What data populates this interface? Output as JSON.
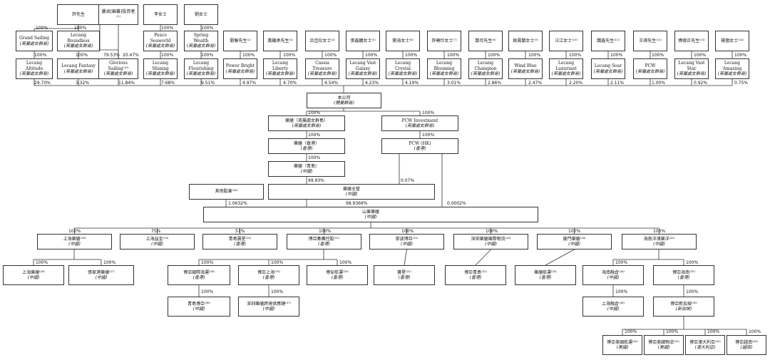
{
  "boxes": {
    "hsu": {
      "name": "許先生",
      "jur": ""
    },
    "lee_trust": {
      "name": "麗貞[編纂]投資者⁽¹⁾",
      "jur": ""
    },
    "ms_li": {
      "name": "李女士",
      "jur": ""
    },
    "ms_liu": {
      "name": "劉女士",
      "jur": ""
    },
    "mr_liu_lianlin": {
      "name": "劉聯先生⁽²⁾",
      "jur": ""
    },
    "huang": {
      "name": "黃顯承先生⁽³⁾",
      "jur": ""
    },
    "lu": {
      "name": "呂佳珍女士⁽⁴⁾",
      "jur": ""
    },
    "zhang": {
      "name": "張鑫鵬女士⁽⁵⁾",
      "jur": ""
    },
    "liu_ms6": {
      "name": "劉海女士⁽⁶⁾",
      "jur": ""
    },
    "xu_ms": {
      "name": "許曉玲女士⁽⁷⁾",
      "jur": ""
    },
    "zheng": {
      "name": "鄭月先生⁽⁸⁾",
      "jur": ""
    },
    "yao": {
      "name": "姚鳳蘭女士⁽⁹⁾",
      "jur": ""
    },
    "wang_ms": {
      "name": "汪江女士⁽¹⁰⁾",
      "jur": ""
    },
    "wei": {
      "name": "魏鑫先生⁽¹¹⁾",
      "jur": ""
    },
    "wang_mr": {
      "name": "王琪先生⁽¹²⁾",
      "jur": ""
    },
    "fu": {
      "name": "傅德正先生⁽¹³⁾",
      "jur": ""
    },
    "yang_ms": {
      "name": "楊億女士⁽¹⁴⁾",
      "jur": ""
    },
    "grand_sailing": {
      "name": "Grand Sailing",
      "jur": "(英屬處女群島)"
    },
    "lecang_boundless": {
      "name": "Lecang Boundless",
      "jur": "(英屬處女群島)"
    },
    "peace_seaworld": {
      "name": "Peace Seaworld",
      "jur": "(英屬處女群島)"
    },
    "spring_wealth": {
      "name": "Spring Wealth",
      "jur": "(英屬處女群島)"
    },
    "lecang_altitude": {
      "name": "Lecang Altitude",
      "jur": "(英屬處女群島)"
    },
    "lecang_fantasy": {
      "name": "Lecang Fantasy",
      "jur": "(英屬處女群島)"
    },
    "glorious_sailing": {
      "name": "Glorious Sailing⁽¹⁵⁾",
      "jur": "(英屬處女群島)"
    },
    "lecang_shining": {
      "name": "Lecang Shining",
      "jur": "(英屬處女群島)"
    },
    "lecang_flourishing": {
      "name": "Lecang Flourishing",
      "jur": "(英屬處女群島)"
    },
    "power_bright": {
      "name": "Power Bright",
      "jur": "(英屬處女群島)"
    },
    "lecang_liberty": {
      "name": "Lecang Liberty",
      "jur": "(英屬處女群島)"
    },
    "cassia_treasure": {
      "name": "Cassia Treasure",
      "jur": "(英屬處女群島)"
    },
    "lecang_vast_galaxy": {
      "name": "Lecang Vast Galaxy",
      "jur": "(英屬處女群島)"
    },
    "lecang_crystal": {
      "name": "Lecang Crystal",
      "jur": "(英屬處女群島)"
    },
    "lecang_blooming": {
      "name": "Lecang Blooming",
      "jur": "(英屬處女群島)"
    },
    "lecang_champion": {
      "name": "Lecang Champion",
      "jur": "(英屬處女群島)"
    },
    "wind_blue": {
      "name": "Wind Blue",
      "jur": "(英屬處女群島)"
    },
    "lecang_luxuriant": {
      "name": "Lecang Luxuriant",
      "jur": "(英屬處女群島)"
    },
    "lecang_soar": {
      "name": "Lecang Soar",
      "jur": "(英屬處女群島)"
    },
    "pcw_top": {
      "name": "PCW",
      "jur": "(英屬處女群島)"
    },
    "lecang_vast_star": {
      "name": "Lecang Vast Star",
      "jur": "(英屬處女群島)"
    },
    "lecang_amazing": {
      "name": "Lecang Amazing",
      "jur": "(英屬處女群島)"
    },
    "company": {
      "name": "本公司",
      "jur": "(開曼群島)"
    },
    "lecang_bvi": {
      "name": "樂艙（英屬處女群島）",
      "jur": "(英屬處女群島)"
    },
    "pcw_investment": {
      "name": "PCW Investment",
      "jur": "(英屬處女群島)"
    },
    "lecang_hk": {
      "name": "樂艙（香港）",
      "jur": "(香港)"
    },
    "pcw_hk": {
      "name": "PCW (HK)",
      "jur": "(香港)"
    },
    "lecang_qd": {
      "name": "樂艙（青島）",
      "jur": "(中國)"
    },
    "other_shareholders": {
      "name": "其他股東⁽¹⁶⁾",
      "jur": ""
    },
    "lecang_holding": {
      "name": "樂艙全管",
      "jur": "(中國)"
    },
    "shandong_lecang": {
      "name": "山東樂艙",
      "jur": "(中國)"
    },
    "sh_lecang": {
      "name": "上海樂艙⁽¹⁸⁾",
      "jur": "(中國)"
    },
    "sh_yijin": {
      "name": "上海益金⁽¹⁹⁾",
      "jur": "(中國)"
    },
    "qd_chenxing": {
      "name": "青島晨星⁽²⁰⁾",
      "jur": "(香港)"
    },
    "boya_group": {
      "name": "博亞集團控股⁽²¹⁾",
      "jur": "(香港)"
    },
    "ningbo_boya": {
      "name": "寧波博亞⁽²²⁾",
      "jur": "(中國)"
    },
    "shenzhen_lecang": {
      "name": "深圳樂艙國際物流⁽²³⁾",
      "jur": "(中國)"
    },
    "xiamen_lecang": {
      "name": "廈門樂艙⁽²⁴⁾",
      "jur": "(中國)"
    },
    "hainan_lecang": {
      "name": "海南洋浦樂洋⁽²⁵⁾",
      "jur": "(中國)"
    },
    "sh_lecang2": {
      "name": "上海樂艙⁽²⁶⁾",
      "jur": "(中國)"
    },
    "zjg_lecang": {
      "name": "張家港樂艙⁽²⁷⁾",
      "jur": "(中國)"
    },
    "boya_intl_shipping": {
      "name": "博亞國際海運⁽²⁸⁾",
      "jur": "(香港)"
    },
    "boya_sh": {
      "name": "博亞上海⁽²⁹⁾",
      "jur": "(香港)"
    },
    "boya_an": {
      "name": "博安航運⁽³⁰⁾",
      "jur": "(香港)"
    },
    "baoxing": {
      "name": "寶星⁽³¹⁾",
      "jur": "(香港)"
    },
    "boya_qd": {
      "name": "博亞青島⁽³²⁾",
      "jur": "(香港)"
    },
    "lecang_shipping": {
      "name": "樂艙航運⁽³³⁾",
      "jur": "(香港)"
    },
    "hainan_rongchuang": {
      "name": "海南融倉⁽³⁴⁾",
      "jur": "(中國)"
    },
    "boya_hainan": {
      "name": "博亞海南⁽³⁵⁾",
      "jur": "(香港)"
    },
    "qd_boya": {
      "name": "青島博亞⁽³⁶⁾",
      "jur": "(中國)"
    },
    "sz_lecang_supply": {
      "name": "深圳樂艙跨境供應鏈⁽³⁷⁾",
      "jur": "(中國)"
    },
    "sh_rongchuang": {
      "name": "上海融倉⁽³⁸⁾",
      "jur": "(中國)"
    },
    "boya_sg": {
      "name": "博亞新加坡⁽³⁹⁾",
      "jur": "(新加坡)"
    },
    "boya_us_shipping": {
      "name": "博亞美國航運⁽⁴⁰⁾",
      "jur": "(美國)"
    },
    "boya_us_logistics": {
      "name": "博亞美國物流⁽⁴¹⁾",
      "jur": "(美國)"
    },
    "boya_au": {
      "name": "博亞澳大利亞⁽⁴²⁾",
      "jur": "(澳大利亞)"
    },
    "boya_vn": {
      "name": "博亞越南⁽⁴³⁾",
      "jur": "(越南)"
    }
  },
  "percentages": {
    "hsu_grand": "100%",
    "hsu_boundless": "100%",
    "grand_altitude": "100%",
    "boundless_fantasy": "100%",
    "lee_glorious_a": "79.53%",
    "lee_glorious_b": "20.47%",
    "li_peace": "100%",
    "liu_spring": "100%",
    "peace_shining": "100%",
    "spring_flourishing": "100%",
    "p_liu_lianlin": "100%",
    "p_huang": "100%",
    "p_lu": "100%",
    "p_zhang": "100%",
    "p_liu6": "100%",
    "p_xu": "100%",
    "p_zheng": "100%",
    "p_yao": "100%",
    "p_wang_ms": "100%",
    "p_wei": "100%",
    "p_wang_mr": "100%",
    "p_fu": "100%",
    "p_yang": "100%",
    "s_altitude": "29.70%",
    "s_fantasy": "3.32%",
    "s_glorious": "11.84%",
    "s_shining": "7.68%",
    "s_flourishing": "9.51%",
    "s_power": "4.97%",
    "s_liberty": "4.70%",
    "s_cassia": "4.54%",
    "s_galaxy": "4.23%",
    "s_crystal": "4.19%",
    "s_blooming": "3.01%",
    "s_champion": "2.86%",
    "s_windblue": "2.47%",
    "s_luxuriant": "2.20%",
    "s_soar": "2.11%",
    "s_pcw": "1.00%",
    "s_vaststar": "0.92%",
    "s_amazing": "0.75%",
    "co_lecang_bvi": "100%",
    "co_pcw_inv": "100%",
    "bvi_hk": "100%",
    "hk_qd": "100%",
    "pcw_inv_hk": "100%",
    "qd_holding": "99.93%",
    "pcwhk_holding": "0.07%",
    "other_shandong": "1.0632%",
    "holding_shandong": "98.9366%",
    "pcwhk_shandong": "0.0002%",
    "sd_sh_lecang": "100%",
    "sd_sh_yijin": "75%",
    "sd_qd_chenxing": "51%",
    "sd_boya_group": "100%",
    "sd_ningbo": "100%",
    "sd_shenzhen": "100%",
    "sd_xiamen": "100%",
    "sd_hainan": "100%",
    "shl_shl2": "100%",
    "shl_zjg": "100%",
    "bg_intl": "100%",
    "bg_sh": "100%",
    "bg_an": "100%",
    "intl_qd": "100%",
    "bsh_sz": "100%",
    "hn_rong": "100%",
    "hn_boyahn": "100%",
    "rong_sh": "100%",
    "bhn_sg": "100%",
    "sg_us1": "100%",
    "sg_us2": "100%",
    "sg_au": "100%",
    "sg_vn": "100%"
  }
}
